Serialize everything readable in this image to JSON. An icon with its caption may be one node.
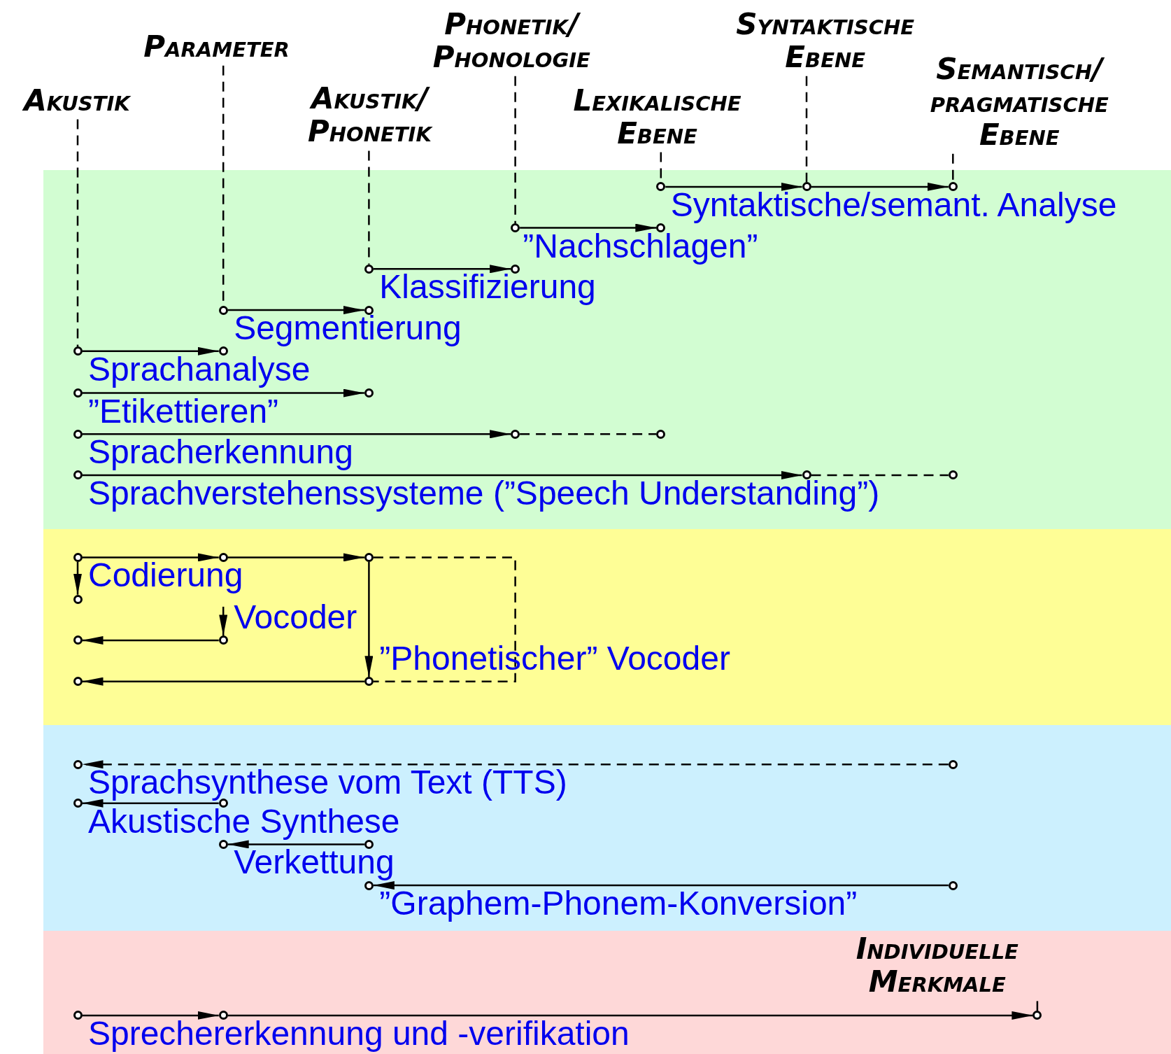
{
  "diagram": {
    "nodes": [
      {
        "text": [
          "Akustik"
        ]
      },
      {
        "text": [
          "Parameter"
        ]
      },
      {
        "text": [
          "Akustik/ Phonetik"
        ]
      },
      {
        "text": [
          "Phonetik/ Phonologie"
        ]
      },
      {
        "text": [
          "Lexikalische Ebene"
        ]
      },
      {
        "text": [
          "Syntaktische Ebene"
        ]
      },
      {
        "text": [
          "Semantisch/ pragmatische Ebene"
        ]
      },
      {
        "text": [],
        "shape": "circle"
      },
      {
        "text": [],
        "shape": "circle"
      },
      {
        "text": [],
        "shape": "circle"
      },
      {
        "text": [],
        "shape": "circle"
      },
      {
        "text": [],
        "shape": "circle"
      },
      {
        "text": [],
        "shape": "circle"
      },
      {
        "text": [],
        "shape": "circle"
      },
      {
        "text": [],
        "shape": "circle"
      },
      {
        "text": [],
        "shape": "circle"
      },
      {
        "text": [],
        "shape": "circle"
      },
      {
        "text": [],
        "shape": "circle"
      },
      {
        "text": [],
        "shape": "circle"
      },
      {
        "text": [],
        "shape": "circle"
      },
      {
        "text": [],
        "shape": "circle"
      },
      {
        "text": [],
        "shape": "circle"
      },
      {
        "text": [],
        "shape": "circle"
      },
      {
        "text": [],
        "shape": "circle"
      },
      {
        "text": [],
        "shape": "circle"
      },
      {
        "text": [],
        "shape": "circle"
      },
      {
        "text": [],
        "shape": "circle"
      },
      {
        "text": [],
        "shape": "circle"
      },
      {
        "text": [],
        "shape": "circle"
      },
      {
        "text": [],
        "shape": "circle"
      },
      {
        "text": [],
        "shape": "circle"
      },
      {
        "text": [],
        "shape": "circle"
      },
      {
        "text": [],
        "shape": "circle"
      },
      {
        "text": [],
        "shape": "circle"
      },
      {
        "text": [],
        "shape": "circle"
      },
      {
        "text": [],
        "shape": "circle"
      },
      {
        "text": [],
        "shape": "circle"
      },
      {
        "text": [],
        "shape": "circle"
      },
      {
        "text": [],
        "shape": "circle"
      },
      {
        "text": [],
        "shape": "circle"
      },
      {
        "text": [],
        "shape": "circle"
      },
      {
        "text": [],
        "shape": "circle"
      },
      {
        "text": [
          "Individuelle Merkmale"
        ]
      },
      {
        "text": [],
        "shape": "circle"
      },
      {
        "text": [],
        "shape": "circle"
      },
      {
        "text": [],
        "shape": "circle"
      }
    ],
    "edges": [
      {
        "from": 0,
        "to": 16,
        "arrow": "none",
        "style": "dashed"
      },
      {
        "from": 1,
        "to": 14,
        "arrow": "none",
        "style": "dashed"
      },
      {
        "from": 2,
        "to": 12,
        "arrow": "none",
        "style": "dashed"
      },
      {
        "from": 3,
        "to": 10,
        "arrow": "none",
        "style": "dashed"
      },
      {
        "from": 4,
        "to": 7,
        "arrow": "none",
        "style": "dashed"
      },
      {
        "from": 5,
        "to": 8,
        "arrow": "none",
        "style": "dashed"
      },
      {
        "from": 6,
        "to": 9,
        "arrow": "none",
        "style": "dashed"
      },
      {
        "from": 7,
        "to": 8,
        "arrow": "to"
      },
      {
        "from": 8,
        "to": 9,
        "arrow": "to"
      },
      {
        "from": 10,
        "to": 11,
        "arrow": "to"
      },
      {
        "from": 12,
        "to": 13,
        "arrow": "to"
      },
      {
        "from": 14,
        "to": 15,
        "arrow": "to"
      },
      {
        "from": 16,
        "to": 17,
        "arrow": "to"
      },
      {
        "from": 18,
        "to": 19,
        "arrow": "to"
      },
      {
        "from": 20,
        "to": 21,
        "arrow": "to"
      },
      {
        "from": 21,
        "to": 22,
        "arrow": "none",
        "style": "dashed"
      },
      {
        "from": 23,
        "to": 24,
        "arrow": "to"
      },
      {
        "from": 24,
        "to": 25,
        "arrow": "none",
        "style": "dashed"
      },
      {
        "from": 26,
        "to": 27,
        "arrow": "to"
      },
      {
        "from": 27,
        "to": 28,
        "arrow": "to"
      },
      {
        "from": 26,
        "to": 29,
        "arrow": "to"
      },
      {
        "from": 28,
        "to": 33,
        "arrow": "none",
        "style": "dashed"
      },
      {
        "from": null,
        "to": 31,
        "arrow": "to"
      },
      {
        "from": 31,
        "to": 30,
        "arrow": "to"
      },
      {
        "from": 28,
        "to": 33,
        "arrow": "to"
      },
      {
        "from": 33,
        "to": 32,
        "arrow": "to"
      },
      {
        "from": 35,
        "to": 34,
        "arrow": "to",
        "style": "dashed"
      },
      {
        "from": 37,
        "to": 36,
        "arrow": "to"
      },
      {
        "from": 39,
        "to": 38,
        "arrow": "to"
      },
      {
        "from": 41,
        "to": 40,
        "arrow": "to"
      },
      {
        "from": 43,
        "to": 44,
        "arrow": "to"
      },
      {
        "from": 44,
        "to": 45,
        "arrow": "to"
      },
      {
        "from": 42,
        "to": 45,
        "arrow": "none",
        "style": "dashed"
      }
    ],
    "labels": [
      "Syntaktische/semant. Analyse",
      "”Nachschlagen”",
      "Klassifizierung",
      "Segmentierung",
      "Sprachanalyse",
      "”Etikettieren”",
      "Spracherkennung",
      "Sprachverstehenssysteme (”Speech Understanding”)",
      "Codierung",
      "Vocoder",
      "”Phonetischer” Vocoder",
      "Sprachsynthese vom Text (TTS)",
      "Akustische Synthese",
      "Verkettung",
      "”Graphem-Phonem-Konversion”",
      "Sprechererkennung und -verifikation"
    ]
  }
}
